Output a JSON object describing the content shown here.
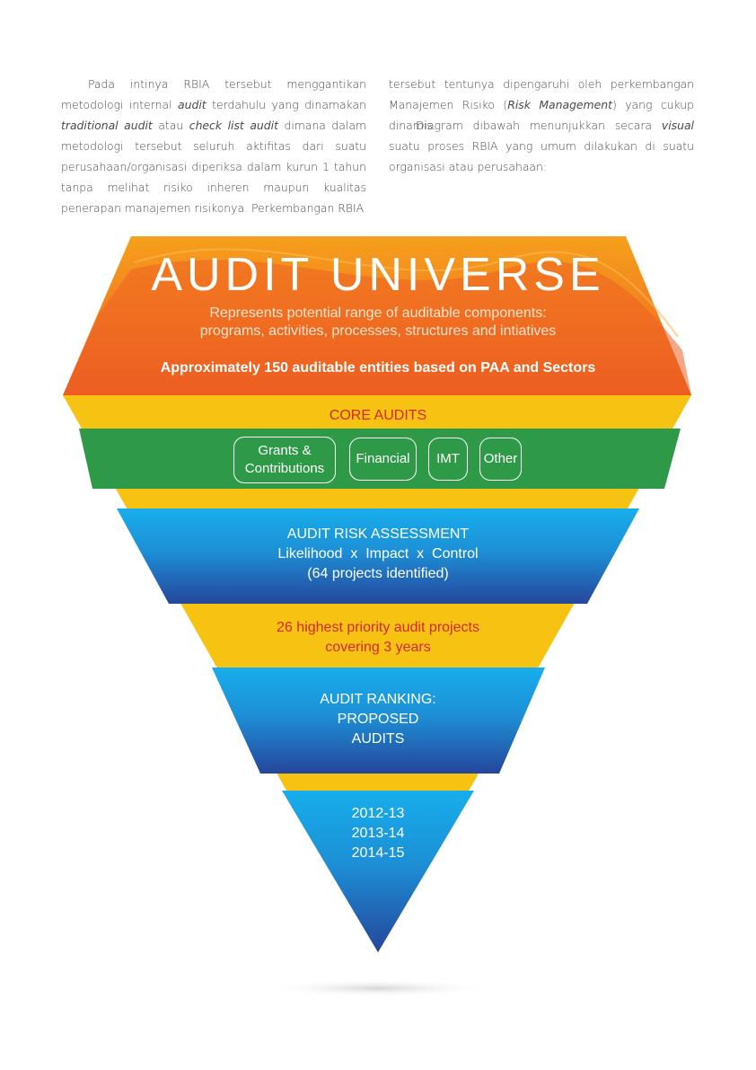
{
  "text": {
    "col1": {
      "s1": "Pada intinya RBIA tersebut menggantikan metodologi internal ",
      "i1": "audit",
      "s2": " terdahulu yang dinamakan ",
      "i2": "traditional audit",
      "s3": " atau ",
      "i3": "check list audit",
      "s4": " dimana dalam metodologi tersebut seluruh aktifitas dari suatu perusahaan/organisasi diperiksa dalam kurun 1 tahun tanpa melihat risiko inheren maupun kualitas penerapan manajemen risikonya. Perkembangan RBIA"
    },
    "col2": {
      "s1": "tersebut tentunya dipengaruhi oleh perkembangan Manajemen Risiko (",
      "i1": "Risk Management",
      "s2": ") yang cukup dinamis."
    },
    "col3": {
      "s1": "Diagram dibawah menunjukkan secara ",
      "i1": "visual",
      "s2": " suatu proses RBIA yang umum dilakukan di suatu organisasi atau perusahaan:"
    }
  },
  "diagram": {
    "universe": {
      "title": "AUDIT UNIVERSE",
      "desc_line1": "Represents potential range of auditable components:",
      "desc_line2": "programs, activities, processes, structures and intiatives",
      "entities": "Approximately 150 auditable entities based on PAA and Sectors"
    },
    "core": {
      "label": "CORE AUDITS",
      "items": [
        {
          "line1": "Grants &",
          "line2": "Contributions"
        },
        {
          "line1": "Financial"
        },
        {
          "line1": "IMT"
        },
        {
          "line1": "Other"
        }
      ]
    },
    "risk": {
      "title": "AUDIT RISK ASSESSMENT",
      "formula": "Likelihood  x  Impact  x  Control",
      "projects": "(64 projects identified)"
    },
    "priority": {
      "line1": "26 highest priority audit projects",
      "line2": "covering 3 years"
    },
    "ranking": {
      "line1": "AUDIT RANKING:",
      "line2": "PROPOSED",
      "line3": "AUDITS"
    },
    "years": [
      "2012-13",
      "2013-14",
      "2014-15"
    ]
  },
  "colors": {
    "orange_top": "#f7a21b",
    "orange_bottom": "#ee5a24",
    "yellow": "#f7c312",
    "green": "#2e9a48",
    "blue_top": "#18acea",
    "blue_bottom": "#24479c",
    "red_text": "#d7262e"
  }
}
